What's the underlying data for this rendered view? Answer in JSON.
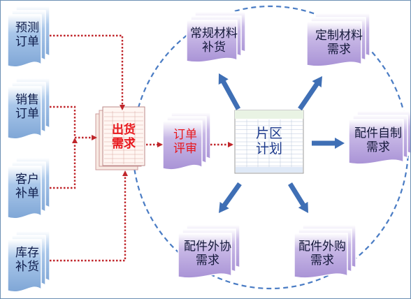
{
  "sources": [
    {
      "id": "forecast-order",
      "label": "预测\n订单"
    },
    {
      "id": "sales-order",
      "label": "销售\n订单"
    },
    {
      "id": "customer-replenish",
      "label": "客户\n补单"
    },
    {
      "id": "stock-replenish",
      "label": "库存\n补货"
    }
  ],
  "center": {
    "shipment_demand": "出货\n需求",
    "order_review": "订单\n评审",
    "zone_plan": "片区\n计划"
  },
  "outputs": [
    {
      "id": "regular-material",
      "label": "常规材料\n补货"
    },
    {
      "id": "custom-material",
      "label": "定制材料\n需求"
    },
    {
      "id": "self-made-parts",
      "label": "配件自制\n需求"
    },
    {
      "id": "outsourced-parts",
      "label": "配件外协\n需求"
    },
    {
      "id": "purchased-parts",
      "label": "配件外购\n需求"
    }
  ],
  "colors": {
    "blue_doc_fill": "#a9c7ea",
    "purple_doc_fill": "#c8b8e6",
    "dashed_circle": "#4a7cc4",
    "arrow_blue": "#3f6fb5",
    "dotted_red": "#c0262b",
    "label_red": "#e8161b"
  }
}
